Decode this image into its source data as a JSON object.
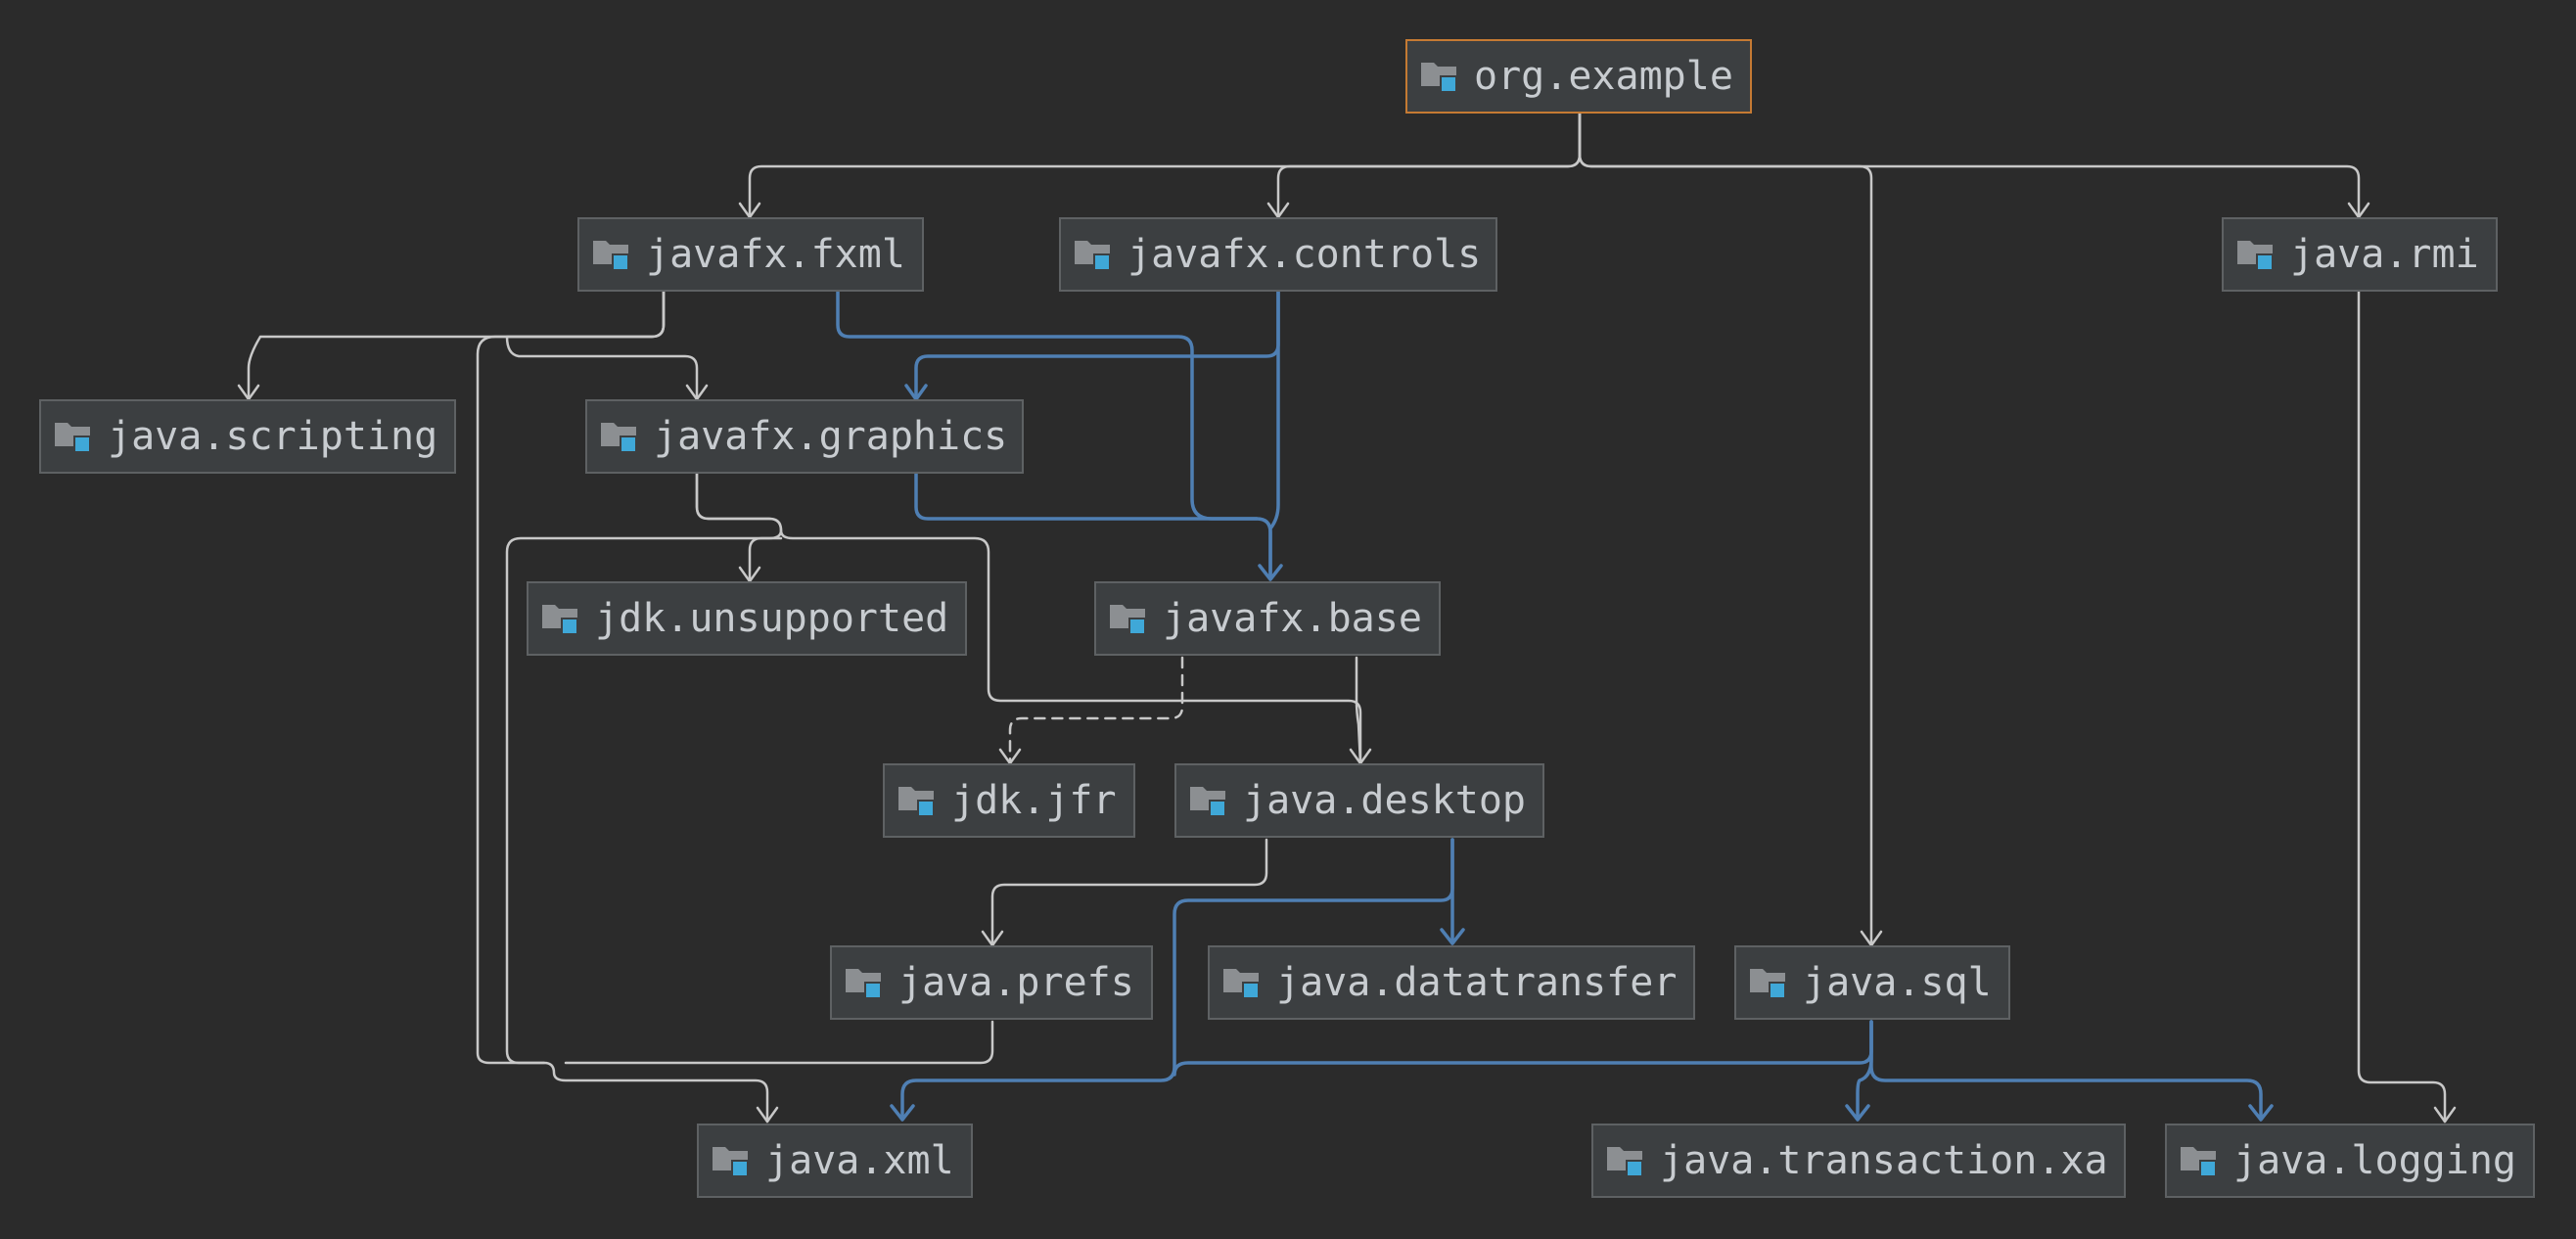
{
  "diagram": {
    "title": "org.example",
    "colors": {
      "background": "#2b2b2b",
      "node_fill": "#3c3f41",
      "node_border": "#5e6163",
      "root_border": "#c57a33",
      "text": "#c8ccd0",
      "edge_plain": "#c8c8c8",
      "edge_transitive": "#4f7fb3",
      "icon_folder": "#8c8f92",
      "icon_badge": "#3fa8d8"
    },
    "node_icon": "module-folder-icon",
    "nodes": [
      {
        "id": "org-example",
        "label": "org.example"
      },
      {
        "id": "javafx-fxml",
        "label": "javafx.fxml"
      },
      {
        "id": "javafx-controls",
        "label": "javafx.controls"
      },
      {
        "id": "java-rmi",
        "label": "java.rmi"
      },
      {
        "id": "java-scripting",
        "label": "java.scripting"
      },
      {
        "id": "javafx-graphics",
        "label": "javafx.graphics"
      },
      {
        "id": "jdk-unsupported",
        "label": "jdk.unsupported"
      },
      {
        "id": "javafx-base",
        "label": "javafx.base"
      },
      {
        "id": "jdk-jfr",
        "label": "jdk.jfr"
      },
      {
        "id": "java-desktop",
        "label": "java.desktop"
      },
      {
        "id": "java-prefs",
        "label": "java.prefs"
      },
      {
        "id": "java-datatransfer",
        "label": "java.datatransfer"
      },
      {
        "id": "java-sql",
        "label": "java.sql"
      },
      {
        "id": "java-xml",
        "label": "java.xml"
      },
      {
        "id": "java-transaction-xa",
        "label": "java.transaction.xa"
      },
      {
        "id": "java-logging",
        "label": "java.logging"
      }
    ],
    "edges": [
      {
        "from": "org.example",
        "to": "javafx.fxml",
        "style": "plain"
      },
      {
        "from": "org.example",
        "to": "javafx.controls",
        "style": "plain"
      },
      {
        "from": "org.example",
        "to": "java.sql",
        "style": "plain"
      },
      {
        "from": "org.example",
        "to": "java.rmi",
        "style": "plain"
      },
      {
        "from": "javafx.fxml",
        "to": "java.scripting",
        "style": "plain"
      },
      {
        "from": "javafx.fxml",
        "to": "javafx.graphics",
        "style": "plain"
      },
      {
        "from": "javafx.fxml",
        "to": "java.xml",
        "style": "plain"
      },
      {
        "from": "javafx.fxml",
        "to": "javafx.base",
        "style": "transitive"
      },
      {
        "from": "javafx.controls",
        "to": "javafx.graphics",
        "style": "transitive"
      },
      {
        "from": "javafx.controls",
        "to": "javafx.base",
        "style": "transitive"
      },
      {
        "from": "javafx.graphics",
        "to": "javafx.base",
        "style": "transitive"
      },
      {
        "from": "javafx.graphics",
        "to": "jdk.unsupported",
        "style": "plain"
      },
      {
        "from": "javafx.graphics",
        "to": "java.desktop",
        "style": "plain"
      },
      {
        "from": "javafx.graphics",
        "to": "java.xml",
        "style": "plain"
      },
      {
        "from": "javafx.base",
        "to": "jdk.jfr",
        "style": "dashed"
      },
      {
        "from": "javafx.base",
        "to": "java.desktop",
        "style": "plain"
      },
      {
        "from": "java.desktop",
        "to": "java.prefs",
        "style": "plain"
      },
      {
        "from": "java.desktop",
        "to": "java.datatransfer",
        "style": "transitive"
      },
      {
        "from": "java.desktop",
        "to": "java.xml",
        "style": "transitive"
      },
      {
        "from": "java.prefs",
        "to": "java.xml",
        "style": "plain"
      },
      {
        "from": "java.sql",
        "to": "java.xml",
        "style": "transitive"
      },
      {
        "from": "java.sql",
        "to": "java.transaction.xa",
        "style": "transitive"
      },
      {
        "from": "java.sql",
        "to": "java.logging",
        "style": "transitive"
      },
      {
        "from": "java.rmi",
        "to": "java.logging",
        "style": "plain"
      }
    ]
  }
}
